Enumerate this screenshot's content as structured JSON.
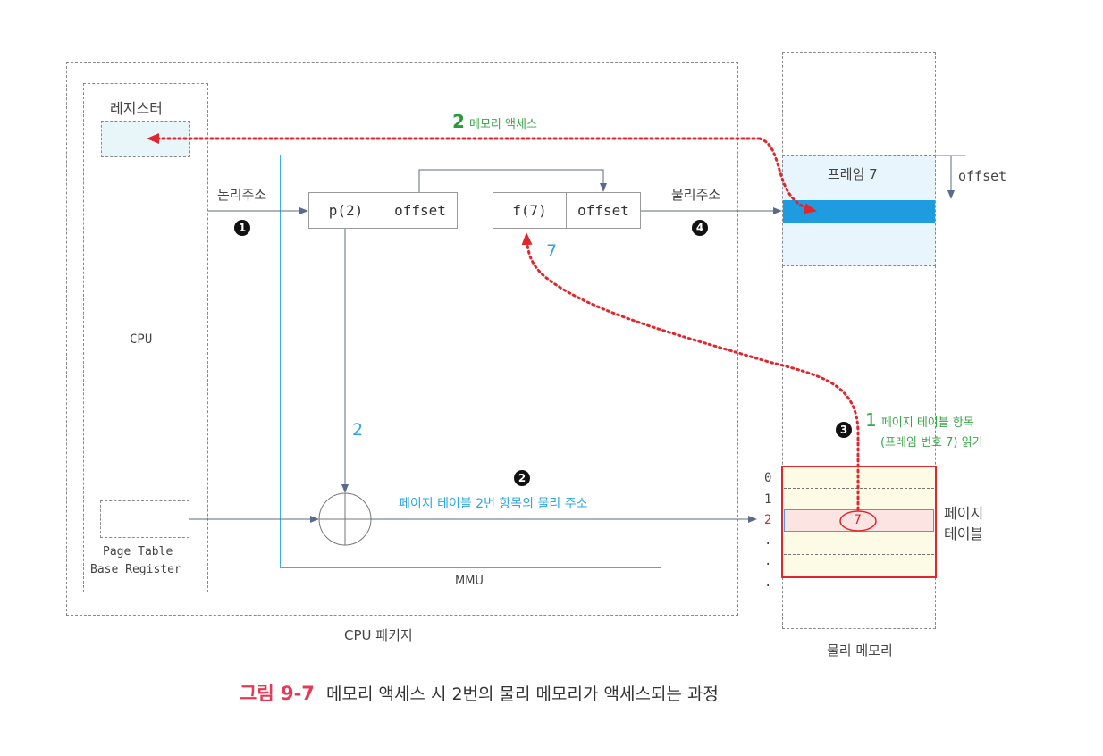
{
  "cpu_package": {
    "label": "CPU 패키지",
    "cpu": {
      "label": "CPU",
      "register_label": "레지스터",
      "ptbr_label_line1": "Page Table",
      "ptbr_label_line2": "Base Register"
    },
    "mmu": {
      "label": "MMU",
      "logical_address": {
        "page": "p(2)",
        "offset": "offset"
      },
      "physical_address": {
        "frame": "f(7)",
        "offset": "offset"
      },
      "page_index_value": "2",
      "frame_value": "7",
      "pte_address_caption": "페이지 테이블 2번 항목의 물리 주소"
    }
  },
  "labels": {
    "logical_address": "논리주소",
    "physical_address": "물리주소",
    "offset": "offset",
    "step1_num": "1",
    "step1_text_line1": "페이지 테이블 항목",
    "step1_text_line2": "(프레임 번호 7) 읽기",
    "step2_num": "2",
    "step2_text": "메모리 액세스"
  },
  "badges": {
    "b1": "1",
    "b2": "2",
    "b3": "3",
    "b4": "4"
  },
  "physical_memory": {
    "label": "물리 메모리",
    "frame_label": "프레임 7",
    "page_table_label_line1": "페이지",
    "page_table_label_line2": "테이블",
    "page_table_indices": [
      "0",
      "1",
      "2",
      ".",
      ".",
      "."
    ],
    "selected_entry_value": "7"
  },
  "caption": {
    "figure_number": "그림 9-7",
    "text": "메모리 액세스 시 2번의 물리 메모리가 액세스되는 과정"
  },
  "colors": {
    "accent_red": "#e03040",
    "accent_cyan": "#2aa6e0",
    "accent_green": "#3aa64a",
    "frame_fill": "#e8f5fc",
    "frame_highlight": "#1f9be0",
    "page_table_fill": "#fdfbe6",
    "selected_entry_fill": "#fbe4e2",
    "arrow_color": "#5a6a8c"
  }
}
